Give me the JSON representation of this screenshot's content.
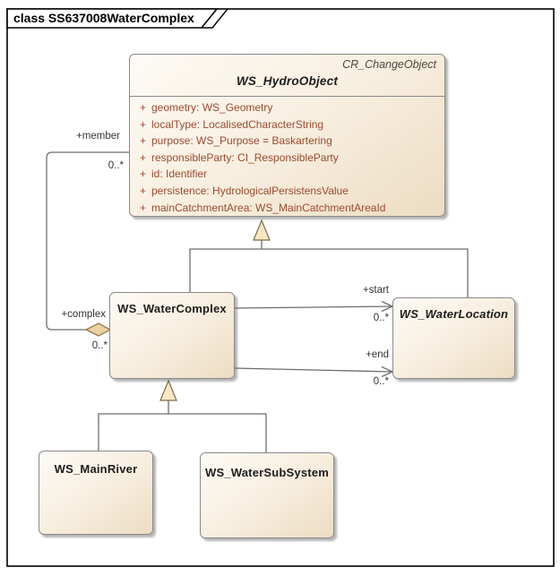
{
  "frame": {
    "title": "class SS637008WaterComplex"
  },
  "classes": {
    "hydro_object": {
      "stereotype": "CR_ChangeObject",
      "name": "WS_HydroObject",
      "attributes": [
        {
          "vis": "+",
          "text": "geometry: WS_Geometry"
        },
        {
          "vis": "+",
          "text": "localType: LocalisedCharacterString"
        },
        {
          "vis": "+",
          "text": "purpose: WS_Purpose = Baskartering"
        },
        {
          "vis": "+",
          "text": "responsibleParty: CI_ResponsibleParty"
        },
        {
          "vis": "+",
          "text": "id: Identifier"
        },
        {
          "vis": "+",
          "text": "persistence: HydrologicalPersistensValue"
        },
        {
          "vis": "+",
          "text": "mainCatchmentArea: WS_MainCatchmentAreaId"
        }
      ]
    },
    "water_complex": {
      "name": "WS_WaterComplex"
    },
    "water_location": {
      "name": "WS_WaterLocation"
    },
    "main_river": {
      "name": "WS_MainRiver"
    },
    "water_sub_system": {
      "name": "WS_WaterSubSystem"
    }
  },
  "edges": {
    "aggregation": {
      "member_role": "+member",
      "member_mult": "0..*",
      "complex_role": "+complex",
      "complex_mult": "0..*"
    },
    "start": {
      "role": "+start",
      "mult": "0..*"
    },
    "end": {
      "role": "+end",
      "mult": "0..*"
    }
  },
  "colors": {
    "box_fill_light": "#fdfbf6",
    "box_fill_dark": "#ecdcc2",
    "box_border": "#8a8a8a",
    "attribute_text": "#9c4a2e",
    "connector": "#6d6d6d",
    "diamond_fill": "#ebd0a4",
    "triangle_fill": "#f8e7c2",
    "frame_border": "#000000"
  }
}
